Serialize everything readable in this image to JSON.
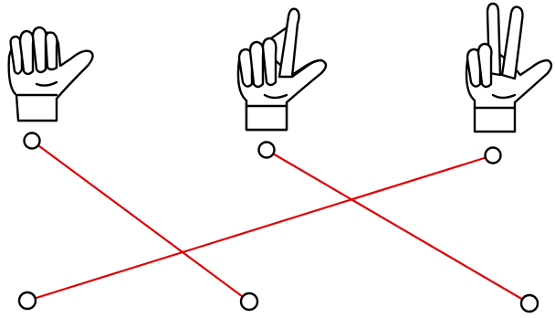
{
  "hands": [
    {
      "name": "thumb",
      "icon": "hand-thumb-extended-icon"
    },
    {
      "name": "thumb-and-index",
      "icon": "hand-thumb-index-extended-icon"
    },
    {
      "name": "thumb-index-middle",
      "icon": "hand-three-fingers-extended-icon"
    }
  ],
  "connections": [
    {
      "from": "top-1",
      "to": "bottom-2"
    },
    {
      "from": "top-2",
      "to": "bottom-3"
    },
    {
      "from": "top-3",
      "to": "bottom-1"
    }
  ],
  "colors": {
    "line": "#e00000",
    "outline": "#000000",
    "background": "#ffffff"
  }
}
